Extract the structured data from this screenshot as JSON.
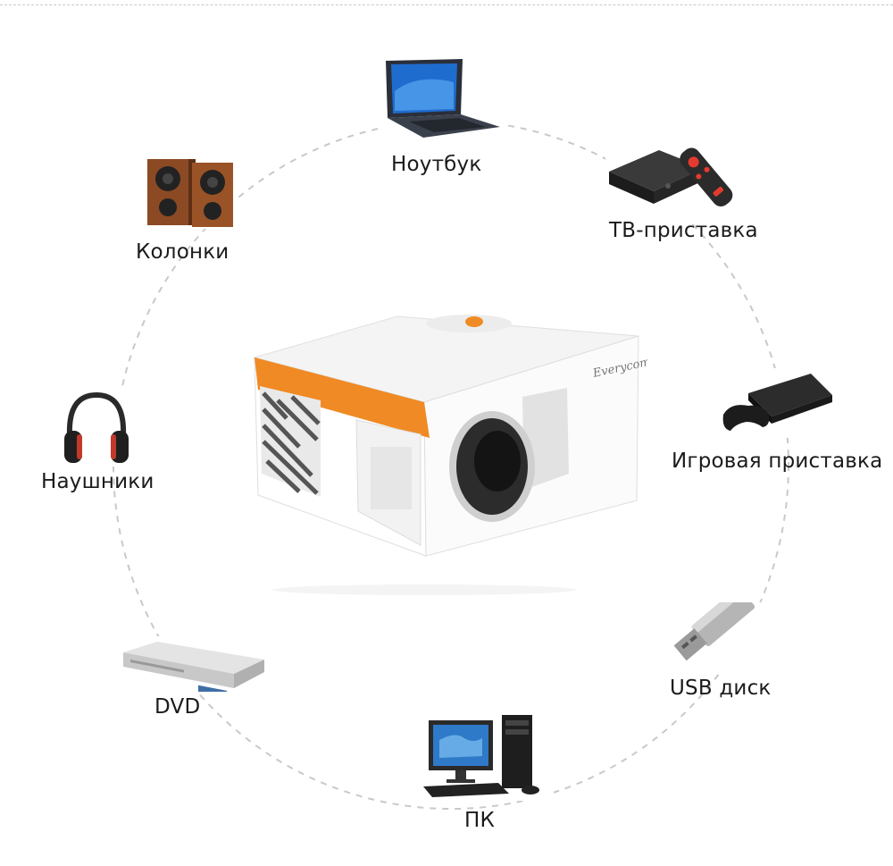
{
  "devices": {
    "laptop": {
      "label": "Ноутбук",
      "icon": "laptop-icon"
    },
    "tv_box": {
      "label": "ТВ-приставка",
      "icon": "tv-box-icon"
    },
    "speakers": {
      "label": "Колонки",
      "icon": "speakers-icon"
    },
    "game_console": {
      "label": "Игровая приставка",
      "icon": "game-console-icon"
    },
    "headphones": {
      "label": "Наушники",
      "icon": "headphones-icon"
    },
    "usb": {
      "label": "USB диск",
      "icon": "usb-drive-icon"
    },
    "dvd": {
      "label": "DVD",
      "icon": "dvd-player-icon"
    },
    "pc": {
      "label": "ПК",
      "icon": "desktop-pc-icon"
    }
  },
  "projector": {
    "brand": "Everycom",
    "icon": "projector-icon"
  },
  "colors": {
    "accent_orange": "#f08a24",
    "dashed_line": "#c9c9c9"
  }
}
